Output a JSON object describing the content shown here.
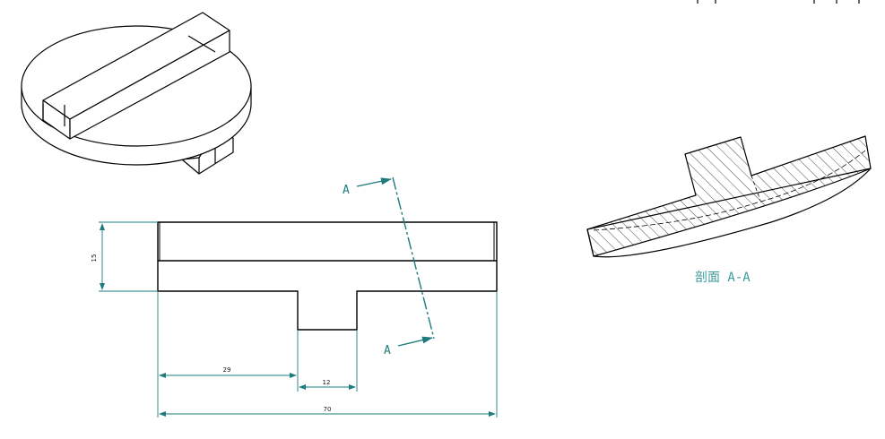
{
  "dimensions": {
    "thickness": "15",
    "left_offset": "29",
    "boss_width": "12",
    "overall_length": "70"
  },
  "section": {
    "letter_top": "A",
    "letter_bottom": "A",
    "caption": "剖面 A-A"
  },
  "colors": {
    "outline": "#000000",
    "dimension": "#1e7b7b",
    "caption": "#3a9a9a"
  }
}
